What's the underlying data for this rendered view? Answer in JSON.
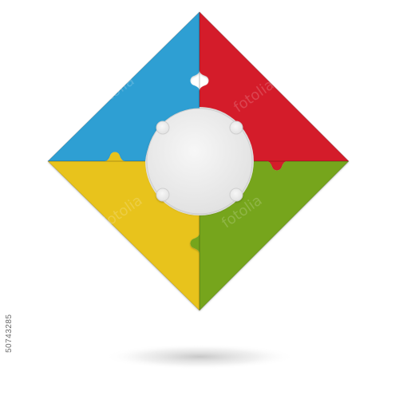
{
  "image_id_text": "50743285",
  "watermark_logo": "fotolia",
  "colors": {
    "blue": "#2e9fd3",
    "red": "#d41d2c",
    "yellow": "#e8c31c",
    "green": "#76a51a",
    "center": "#ededed",
    "background": "#ffffff"
  },
  "pieces": [
    {
      "name": "blue-top-left",
      "color_key": "blue"
    },
    {
      "name": "red-top-right",
      "color_key": "red"
    },
    {
      "name": "yellow-bottom-left",
      "color_key": "yellow"
    },
    {
      "name": "green-bottom-right",
      "color_key": "green"
    },
    {
      "name": "center-circle",
      "color_key": "center"
    }
  ]
}
